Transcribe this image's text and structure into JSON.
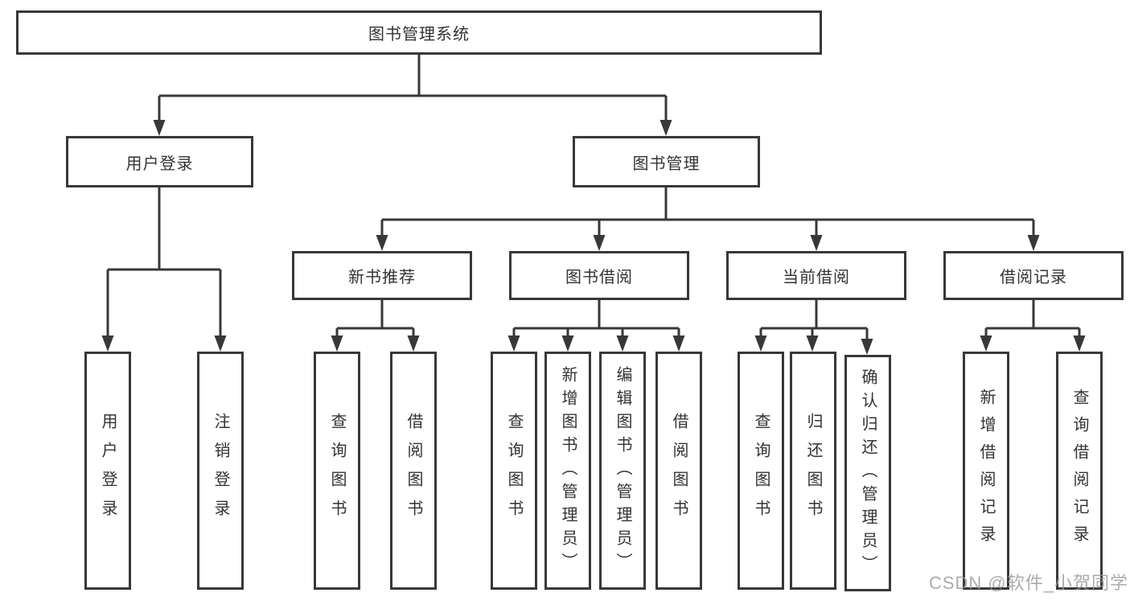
{
  "diagram": {
    "root": {
      "label": "图书管理系统"
    },
    "level2": [
      {
        "label": "用户登录"
      },
      {
        "label": "图书管理"
      }
    ],
    "level3": [
      {
        "label": "新书推荐"
      },
      {
        "label": "图书借阅"
      },
      {
        "label": "当前借阅"
      },
      {
        "label": "借阅记录"
      }
    ],
    "leaves": [
      {
        "label": "用户登录"
      },
      {
        "label": "注销登录"
      },
      {
        "label": "查询图书"
      },
      {
        "label": "借阅图书"
      },
      {
        "label": "查询图书"
      },
      {
        "label": "新增图书（管理员）"
      },
      {
        "label": "编辑图书（管理员）"
      },
      {
        "label": "借阅图书"
      },
      {
        "label": "查询图书"
      },
      {
        "label": "归还图书"
      },
      {
        "label": "确认归还（管理员）"
      },
      {
        "label": "新增借阅记录"
      },
      {
        "label": "查询借阅记录"
      }
    ]
  },
  "watermark": {
    "text": "CSDN @软件_小贺同学"
  },
  "colors": {
    "line": "#383838",
    "text": "#333333",
    "background": "#ffffff",
    "watermark": "#969696"
  }
}
